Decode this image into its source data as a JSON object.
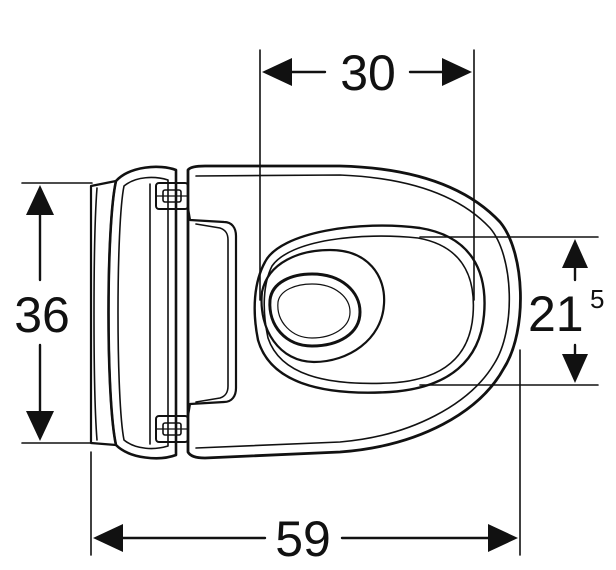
{
  "dimensions": {
    "top_width": {
      "value": "30"
    },
    "overall_width": {
      "value": "59"
    },
    "overall_height": {
      "value": "36"
    },
    "bowl_width": {
      "value": "21",
      "superscript": "5"
    }
  },
  "colors": {
    "line": "#111111",
    "background": "#ffffff"
  }
}
